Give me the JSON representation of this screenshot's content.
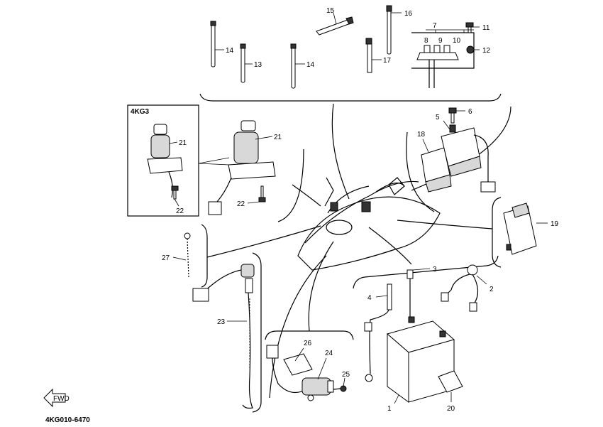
{
  "diagram": {
    "inset_label": "4KG3",
    "drawing_code": "4KG010-6470",
    "front_marker_text": "FWD",
    "callouts": [
      "1",
      "2",
      "3",
      "4",
      "5",
      "6",
      "7",
      "8",
      "9",
      "10",
      "11",
      "12",
      "13",
      "14",
      "14",
      "15",
      "16",
      "17",
      "18",
      "19",
      "20",
      "21",
      "21",
      "22",
      "22",
      "23",
      "24",
      "25",
      "26",
      "27"
    ]
  }
}
